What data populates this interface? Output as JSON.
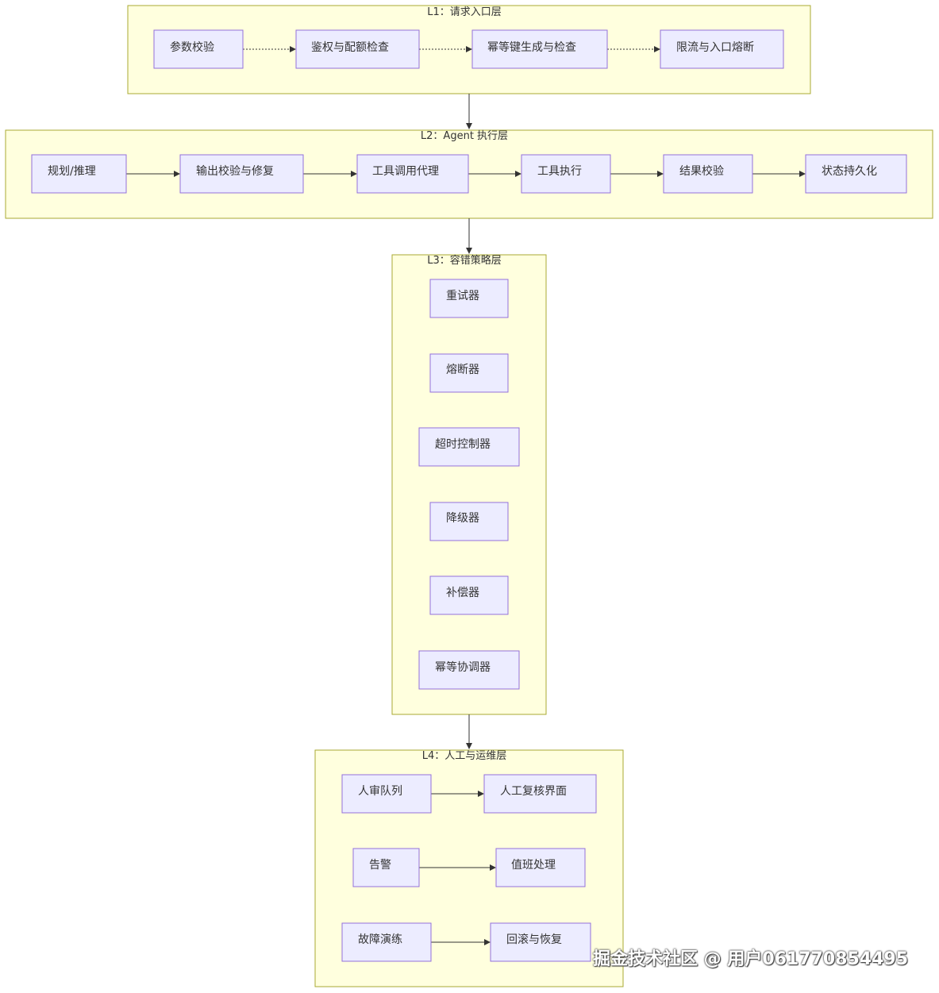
{
  "layers": {
    "l1": {
      "title": "L1：请求入口层",
      "nodes": [
        "参数校验",
        "鉴权与配额检查",
        "幂等键生成与检查",
        "限流与入口熔断"
      ]
    },
    "l2": {
      "title": "L2：Agent 执行层",
      "nodes": [
        "规划/推理",
        "输出校验与修复",
        "工具调用代理",
        "工具执行",
        "结果校验",
        "状态持久化"
      ]
    },
    "l3": {
      "title": "L3：容错策略层",
      "nodes": [
        "重试器",
        "熔断器",
        "超时控制器",
        "降级器",
        "补偿器",
        "幂等协调器"
      ]
    },
    "l4": {
      "title": "L4：人工与运维层",
      "nodes": [
        "人审队列",
        "人工复核界面",
        "告警",
        "值班处理",
        "故障演练",
        "回滚与恢复"
      ]
    }
  },
  "edges": [
    {
      "from": "参数校验",
      "to": "鉴权与配额检查"
    },
    {
      "from": "鉴权与配额检查",
      "to": "幂等键生成与检查"
    },
    {
      "from": "幂等键生成与检查",
      "to": "限流与入口熔断"
    },
    {
      "from": "规划/推理",
      "to": "输出校验与修复"
    },
    {
      "from": "输出校验与修复",
      "to": "工具调用代理"
    },
    {
      "from": "工具调用代理",
      "to": "工具执行"
    },
    {
      "from": "工具执行",
      "to": "结果校验"
    },
    {
      "from": "结果校验",
      "to": "状态持久化"
    },
    {
      "from": "人审队列",
      "to": "人工复核界面"
    },
    {
      "from": "告警",
      "to": "值班处理"
    },
    {
      "from": "故障演练",
      "to": "回滚与恢复"
    },
    {
      "from": "L1：请求入口层",
      "to": "L2：Agent 执行层"
    },
    {
      "from": "L2：Agent 执行层",
      "to": "L3：容错策略层"
    },
    {
      "from": "L3：容错策略层",
      "to": "L4：人工与运维层"
    }
  ],
  "colors": {
    "cluster_fill": "#ffffde",
    "cluster_stroke": "#aaaa33",
    "node_fill": "#ececff",
    "node_stroke": "#9370db",
    "edge": "#333333"
  },
  "watermark": "掘金技术社区 @ 用户061770854495"
}
